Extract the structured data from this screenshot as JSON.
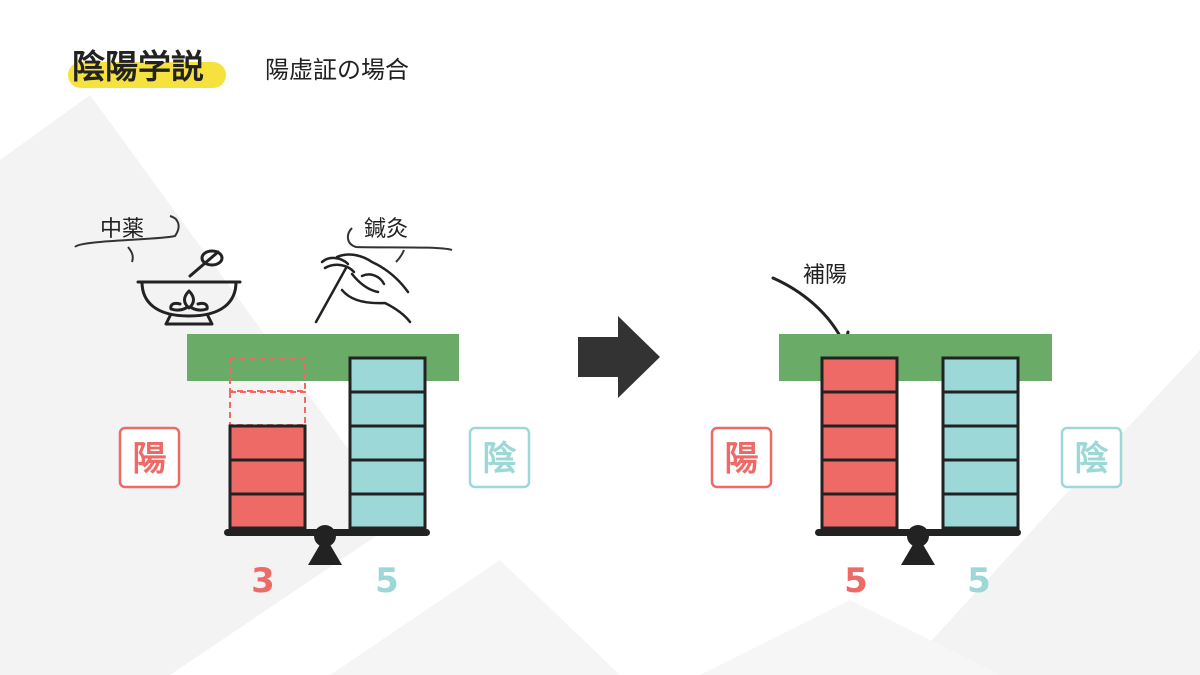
{
  "header": {
    "title": "陰陽学説",
    "subtitle": "陽虚証の場合"
  },
  "colors": {
    "yang": "#ed6a66",
    "yin": "#9dd8d8",
    "green": "#6aac67",
    "highlight": "#f6e23f",
    "dark": "#222222"
  },
  "before": {
    "herb_label": "中薬",
    "acu_label": "鍼灸",
    "yang_label": "陽",
    "yin_label": "陰",
    "yang_value": "3",
    "yin_value": "5",
    "yang_blocks": 3,
    "yang_dashed_blocks": 2,
    "yin_blocks": 5
  },
  "after": {
    "tonify_label": "補陽",
    "yang_label": "陽",
    "yin_label": "陰",
    "yang_value": "5",
    "yin_value": "5",
    "yang_blocks": 5,
    "yin_blocks": 5
  },
  "icons": {
    "herb": "mortar-pestle-icon",
    "acupuncture": "needle-hand-icon",
    "arrow": "right-arrow-icon"
  }
}
